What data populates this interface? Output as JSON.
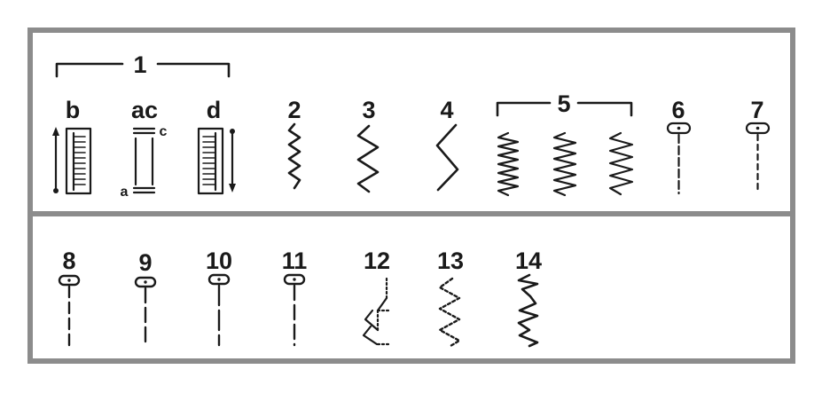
{
  "panel_top": {
    "group_1": {
      "label": "1",
      "sub_labels": {
        "b": "b",
        "ac": "ac",
        "d": "d",
        "a": "a",
        "c": "c"
      }
    },
    "patterns": [
      {
        "label": "2",
        "icon": "narrow-zigzag-icon"
      },
      {
        "label": "3",
        "icon": "medium-zigzag-icon"
      },
      {
        "label": "4",
        "icon": "wide-zigzag-icon"
      },
      {
        "label": "5",
        "icon": "triple-dense-zigzag-icon"
      },
      {
        "label": "6",
        "icon": "straight-stitch-with-needle-icon"
      },
      {
        "label": "7",
        "icon": "dashed-stitch-with-needle-icon"
      }
    ]
  },
  "panel_bottom": {
    "patterns": [
      {
        "label": "8",
        "icon": "needle-stitch-icon"
      },
      {
        "label": "9",
        "icon": "needle-stitch-icon"
      },
      {
        "label": "10",
        "icon": "needle-stitch-icon"
      },
      {
        "label": "11",
        "icon": "needle-stitch-icon"
      },
      {
        "label": "12",
        "icon": "blind-hem-stitch-icon"
      },
      {
        "label": "13",
        "icon": "dotted-zigzag-icon"
      },
      {
        "label": "14",
        "icon": "heavy-zigzag-icon"
      }
    ]
  },
  "colors": {
    "frame": "#8c8c8c",
    "ink": "#1a1a1a",
    "background": "#ffffff"
  }
}
